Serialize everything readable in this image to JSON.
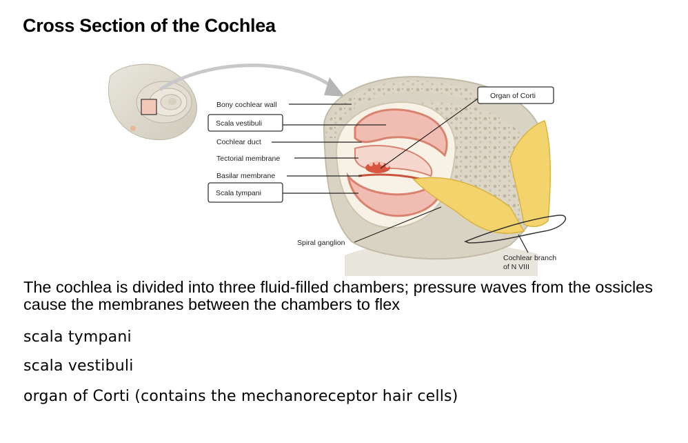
{
  "title": "Cross Section of the Cochlea",
  "diagram": {
    "labels": {
      "bony_wall": "Bony cochlear wall",
      "scala_vestibuli": "Scala vestibuli",
      "cochlear_duct": "Cochlear duct",
      "tectorial": "Tectorial membrane",
      "basilar": "Basilar membrane",
      "scala_tympani": "Scala tympani",
      "spiral_ganglion": "Spiral ganglion",
      "organ_corti": "Organ of Corti",
      "branch_line1": "Cochlear branch",
      "branch_line2": "of N VIII"
    }
  },
  "description": "The cochlea is divided into three fluid-filled chambers; pressure waves from the ossicles cause the membranes between the chambers to flex",
  "terms": [
    "scala tympani",
    "scala vestibuli",
    "organ of Corti (contains the mechanoreceptor hair cells)"
  ]
}
